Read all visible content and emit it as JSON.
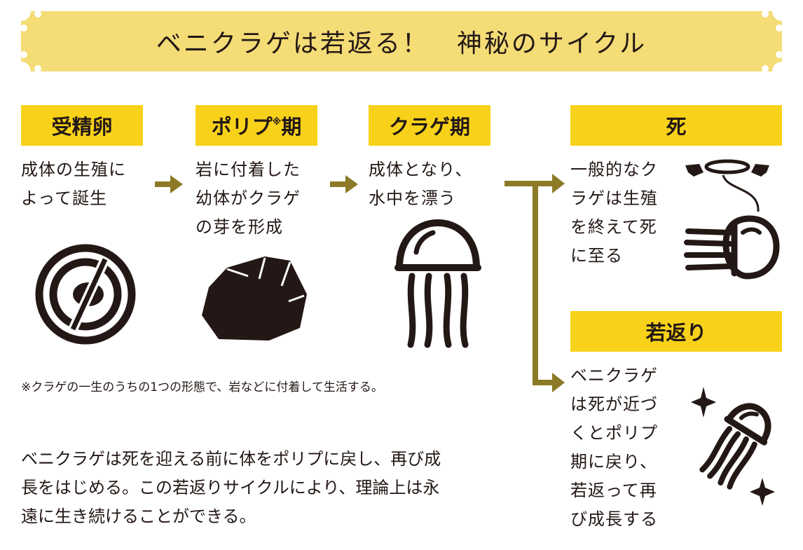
{
  "title": "ベニクラゲは若返る！　神秘のサイクル",
  "stages": [
    {
      "label": "受精卵",
      "desc": "成体の生殖に\nよって誕生"
    },
    {
      "label": "ポリプ",
      "label_mark": "※",
      "label_suffix": "期",
      "desc": "岩に付着した\n幼体がクラゲ\nの芽を形成"
    },
    {
      "label": "クラゲ期",
      "desc": "成体となり、\n水中を漂う"
    }
  ],
  "outcomes": [
    {
      "label": "死",
      "desc": "一般的なク\nラゲは生殖\nを終えて死\nに至る"
    },
    {
      "label": "若返り",
      "desc": "ベニクラゲ\nは死が近づ\nくとポリプ\n期に戻り、\n若返って再\nび成長する"
    }
  ],
  "note": "※クラゲの一生のうちの1つの形態で、岩などに付着して生活する。",
  "summary": "ベニクラゲは死を迎える前に体をポリプに戻し、再び成\n長をはじめる。この若返りサイクルにより、理論上は永\n遠に生き続けることができる。",
  "icons": [
    "egg-icon",
    "rock-icon",
    "jellyfish-icon",
    "dying-jellyfish-icon",
    "rejuvenating-jellyfish-icon"
  ],
  "colors": {
    "label_bg": "#f8d21a",
    "banner_bg": "#f5df7a",
    "arrow": "#8c7a26",
    "ink": "#231815"
  }
}
